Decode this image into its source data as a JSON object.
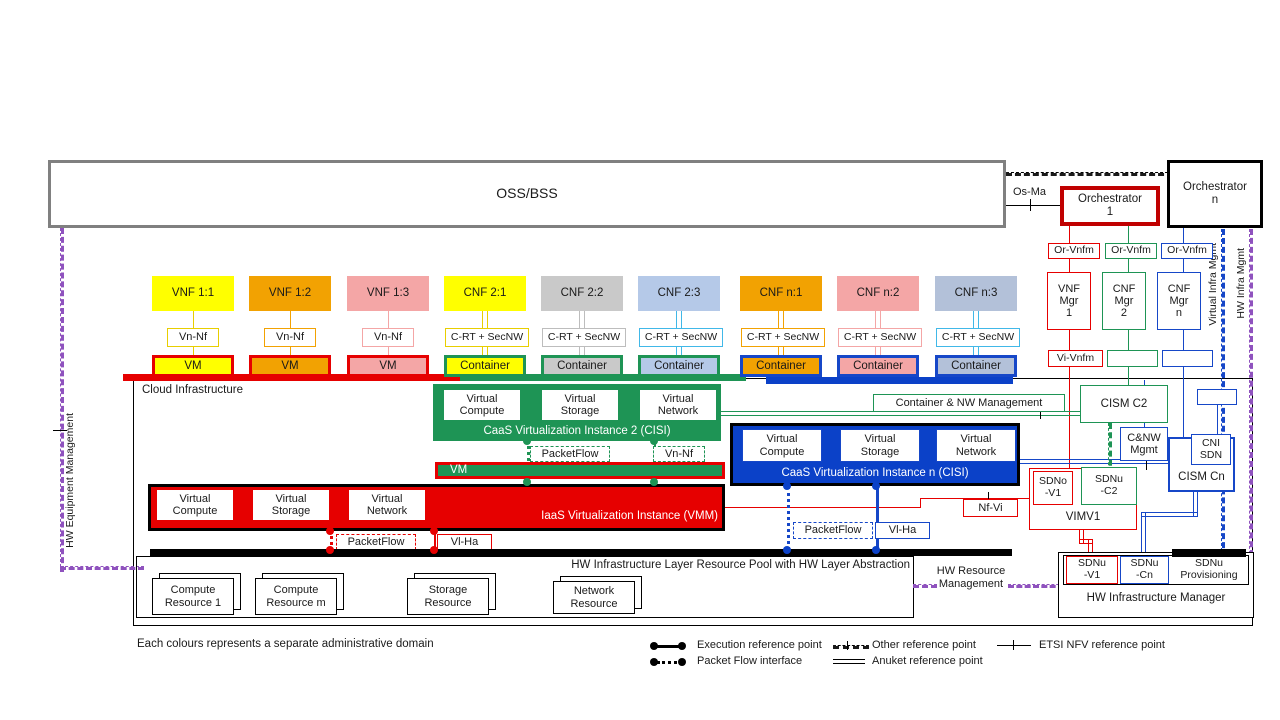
{
  "colors": {
    "red": "#E60000",
    "dark_red": "#C00000",
    "green": "#1E9455",
    "blue_border": "#1647C8",
    "blue_fill": "#0B41C8",
    "yellow": "#FFFF00",
    "orange": "#F2A202",
    "pink": "#F4A6A6",
    "gray": "#C9C9C9",
    "light_blue": "#B5C9E8",
    "steel_blue": "#B3C1D9",
    "cyan": "#41B8E8",
    "purple": "#8F52BE",
    "oss_border": "#808080",
    "black": "#000000"
  },
  "header": {
    "oss": "OSS/BSS",
    "os_ma": "Os-Ma",
    "orchestrator_1": "Orchestrator\n1",
    "orchestrator_n": "Orchestrator\nn",
    "or_vnfm": "Or-Vnfm",
    "vnf_mgr_1": "VNF\nMgr\n1",
    "cnf_mgr_2": "CNF\nMgr\n2",
    "cnf_mgr_n": "CNF\nMgr\nn",
    "vi_vnfm": "Vi-Vnfm"
  },
  "rails": {
    "hw_equipment": "HW Equipment Management",
    "virtual_infra": "Virtual Infra Mgmt",
    "hw_infra": "HW Infra Mgmt"
  },
  "columns": [
    {
      "title": "VNF 1:1",
      "iface": "Vn-Nf",
      "runtime": "VM"
    },
    {
      "title": "VNF 1:2",
      "iface": "Vn-Nf",
      "runtime": "VM"
    },
    {
      "title": "VNF 1:3",
      "iface": "Vn-Nf",
      "runtime": "VM"
    },
    {
      "title": "CNF 2:1",
      "iface": "C-RT + SecNW",
      "runtime": "Container"
    },
    {
      "title": "CNF 2:2",
      "iface": "C-RT + SecNW",
      "runtime": "Container"
    },
    {
      "title": "CNF 2:3",
      "iface": "C-RT + SecNW",
      "runtime": "Container"
    },
    {
      "title": "CNF n:1",
      "iface": "C-RT + SecNW",
      "runtime": "Container"
    },
    {
      "title": "CNF n:2",
      "iface": "C-RT + SecNW",
      "runtime": "Container"
    },
    {
      "title": "CNF n:3",
      "iface": "C-RT + SecNW",
      "runtime": "Container"
    }
  ],
  "cloud": {
    "label": "Cloud Infrastructure"
  },
  "caas2": {
    "compute": "Virtual\nCompute",
    "storage": "Virtual\nStorage",
    "network": "Virtual\nNetwork",
    "label": "CaaS Virtualization Instance 2 (CISI)",
    "packetflow": "PacketFlow",
    "vn_nf": "Vn-Nf",
    "vm": "VM"
  },
  "iaas": {
    "compute": "Virtual\nCompute",
    "storage": "Virtual\nStorage",
    "network": "Virtual\nNetwork",
    "label": "IaaS Virtualization Instance (VMM)",
    "packetflow": "PacketFlow",
    "vl_ha": "Vl-Ha"
  },
  "caasn": {
    "compute": "Virtual\nCompute",
    "storage": "Virtual\nStorage",
    "network": "Virtual\nNetwork",
    "label": "CaaS Virtualization Instance n (CISI)",
    "packetflow": "PacketFlow",
    "vl_ha": "Vl-Ha"
  },
  "mgmt": {
    "container_nw": "Container & NW Management",
    "cism_c2": "CISM C2",
    "cnw_mgmt": "C&NW\nMgmt",
    "cni_sdn": "CNI\nSDN",
    "cism_cn": "CISM Cn",
    "nf_vi": "Nf-Vi",
    "vimv1": "VIMV1",
    "sdno_v1": "SDNo\n-V1",
    "sdnu_c2": "SDNu\n-C2",
    "sdnu_v1": "SDNu\n-V1",
    "sdnu_cn": "SDNu\n-Cn",
    "sdnu_prov": "SDNu\nProvisioning",
    "hw_infra_mgr": "HW Infrastructure Manager",
    "hw_resource_mgmt": "HW Resource\nManagement"
  },
  "hw_pool": {
    "bar_label": "HW Infrastructure Layer Resource Pool with HW Layer Abstraction",
    "resources": [
      "Compute\nResource 1",
      "Compute\nResource m",
      "Storage\nResource",
      "Network\nResource"
    ]
  },
  "legend": {
    "execution": "Execution reference point",
    "packet_flow": "Packet Flow interface",
    "other": "Other reference point",
    "anuket": "Anuket reference point",
    "etsi": "ETSI NFV reference point"
  },
  "footnote": "Each colours represents a separate administrative domain"
}
